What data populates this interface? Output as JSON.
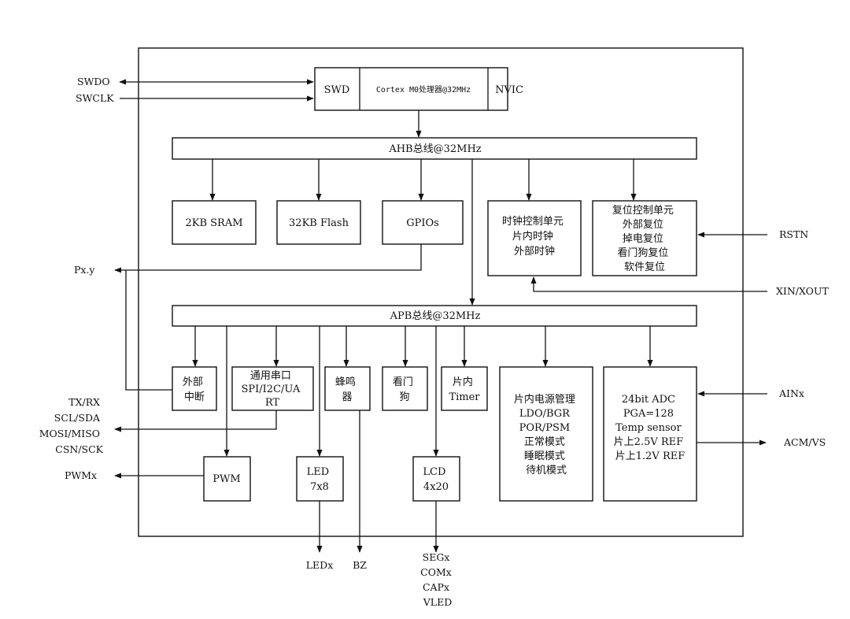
{
  "core": {
    "swd": "SWD",
    "cpu": "Cortex M0处理器@32MHz",
    "nvic": "NVIC"
  },
  "buses": {
    "ahb": "AHB总线@32MHz",
    "apb": "APB总线@32MHz"
  },
  "ahb_blocks": {
    "sram": "2KB SRAM",
    "flash": "32KB Flash",
    "gpio": "GPIOs",
    "clock": [
      "时钟控制单元",
      "片内时钟",
      "外部时钟"
    ],
    "reset": [
      "复位控制单元",
      "外部复位",
      "掉电复位",
      "看门狗复位",
      "软件复位"
    ]
  },
  "apb_blocks": {
    "exti": [
      "外部",
      "中断"
    ],
    "uart": [
      "通用串口",
      "SPI/I2C/UA",
      "RT"
    ],
    "buzzer": [
      "蜂鸣",
      "器"
    ],
    "wdt": [
      "看门",
      "狗"
    ],
    "timer": [
      "片内",
      "Timer"
    ],
    "pwm": "PWM",
    "led": [
      "LED",
      "7x8"
    ],
    "lcd": [
      "LCD",
      "4x20"
    ],
    "power": [
      "片内电源管理",
      "LDO/BGR",
      "POR/PSM",
      "正常模式",
      "睡眠模式",
      "待机模式"
    ],
    "adc": [
      "24bit ADC",
      "PGA=128",
      "Temp sensor",
      "片上2.5V REF",
      "片上1.2V REF"
    ]
  },
  "signals": {
    "swdo": "SWDO",
    "swclk": "SWCLK",
    "pxy": "Px.y",
    "rstn": "RSTN",
    "xin": "XIN/XOUT",
    "serial": [
      "TX/RX",
      "SCL/SDA",
      "MOSI/MISO",
      "CSN/SCK"
    ],
    "pwmx": "PWMx",
    "ainx": "AINx",
    "acm": "ACM/VS",
    "ledx": "LEDx",
    "bz": "BZ",
    "lcd_pins": [
      "SEGx",
      "COMx",
      "CAPx",
      "VLED"
    ]
  }
}
